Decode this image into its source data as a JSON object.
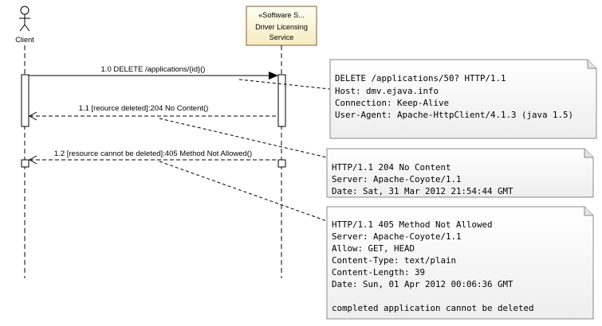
{
  "actor": {
    "name": "Client"
  },
  "lifeline": {
    "stereotype": "«Software S...",
    "name_line1": "Driver Licensing",
    "name_line2": "Service"
  },
  "messages": [
    {
      "label": "1.0 DELETE /applications/{id}()"
    },
    {
      "label": "1.1 [reource deleted]:204 No Content()"
    },
    {
      "label": "1.2 [resource cannot be deleted]:405 Method Not Allowed()"
    }
  ],
  "notes": [
    {
      "lines": [
        "DELETE /applications/50? HTTP/1.1",
        "Host: dmv.ejava.info",
        "Connection: Keep-Alive",
        "User-Agent: Apache-HttpClient/4.1.3 (java 1.5)"
      ]
    },
    {
      "lines": [
        "HTTP/1.1 204 No Content",
        "Server: Apache-Coyote/1.1",
        "Date: Sat, 31 Mar 2012 21:54:44 GMT"
      ]
    },
    {
      "lines": [
        "HTTP/1.1 405 Method Not Allowed",
        "Server: Apache-Coyote/1.1",
        "Allow: GET, HEAD",
        "Content-Type: text/plain",
        "Content-Length: 39",
        "Date: Sun, 01 Apr 2012 00:06:36 GMT",
        "",
        "completed application cannot be deleted"
      ]
    }
  ]
}
